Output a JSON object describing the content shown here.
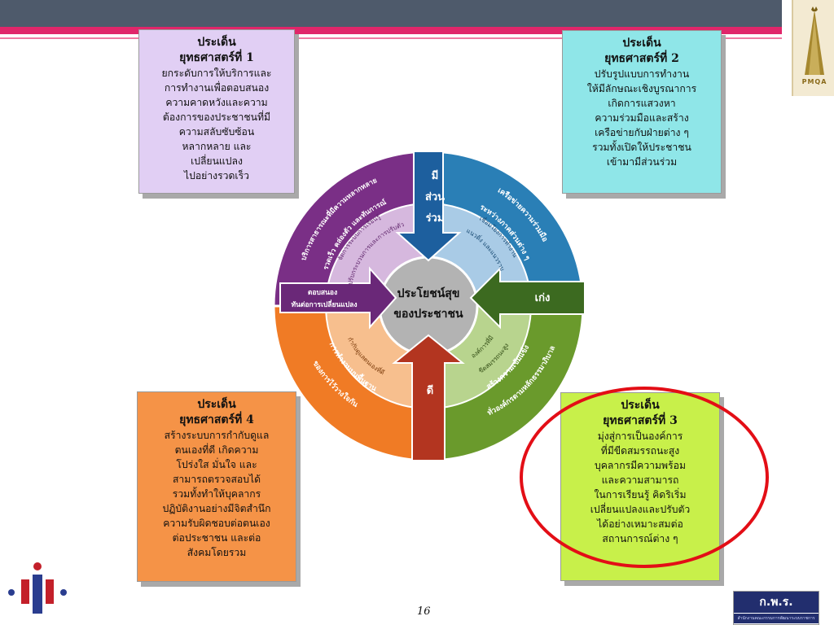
{
  "header": {
    "logo_text": "PMQA"
  },
  "boxes": {
    "s1": {
      "title1": "ประเด็น",
      "title2": "ยุทธศาสตร์ที่ 1",
      "lines": [
        "ยกระดับการให้บริการและ",
        "การทำงานเพื่อตอบสนอง",
        "ความคาดหวังและความ",
        "ต้องการของประชาชนที่มี",
        "ความสลับซับซ้อน",
        "หลากหลาย และ",
        "เปลี่ยนแปลง",
        "ไปอย่างรวดเร็ว"
      ]
    },
    "s2": {
      "title1": "ประเด็น",
      "title2": "ยุทธศาสตร์ที่ 2",
      "lines": [
        "ปรับรูปแบบการทำงาน",
        "ให้มีลักษณะเชิงบูรณาการ",
        "เกิดการแสวงหา",
        "ความร่วมมือและสร้าง",
        "เครือข่ายกับฝ่ายต่าง ๆ",
        "รวมทั้งเปิดให้ประชาชน",
        "เข้ามามีส่วนร่วม"
      ]
    },
    "s3": {
      "title1": "ประเด็น",
      "title2": "ยุทธศาสตร์ที่ 3",
      "lines": [
        "มุ่งสู่การเป็นองค์การ",
        "ที่มีขีดสมรรถนะสูง",
        "บุคลากรมีความพร้อม",
        "และความสามารถ",
        "ในการเรียนรู้ คิดริเริ่ม",
        "เปลี่ยนแปลงและปรับตัว",
        "ได้อย่างเหมาะสมต่อ",
        "สถานการณ์ต่าง ๆ"
      ]
    },
    "s4": {
      "title1": "ประเด็น",
      "title2": "ยุทธศาสตร์ที่ 4",
      "lines": [
        "สร้างระบบการกำกับดูแล",
        "ตนเองที่ดี เกิดความ",
        "โปร่งใส มั่นใจ และ",
        "สามารถตรวจสอบได้",
        "รวมทั้งทำให้บุคลากร",
        "ปฏิบัติงานอย่างมีจิตสำนึก",
        "ความรับผิดชอบต่อตนเอง",
        "ต่อประชาชน และต่อ",
        "สังคมโดยรวม"
      ]
    }
  },
  "diagram": {
    "center_line1": "ประโยชน์สุข",
    "center_line2": "ของประชาชน",
    "arrow_top": [
      "มี",
      "ส่วน",
      "ร่วม"
    ],
    "arrow_right": "เก่ง",
    "arrow_bottom": "ดี",
    "arrow_left": [
      "ตอบสนอง",
      "ทันต่อการเปลี่ยนแปลง"
    ],
    "outer_tl": [
      "บริการสาธารณะที่มีความหลากหลาย",
      "รวดเร็ว คล่องตัว และทันการณ์"
    ],
    "inner_tl": [
      "จัดการระบบการเรียนรู้",
      "ปรับกระบวนการและการปรับตัว"
    ],
    "outer_tr": [
      "เครือข่ายความร่วมมือ",
      "ระหว่างภาคส่วนต่าง ๆ"
    ],
    "inner_tr": [
      "เชื่อมโยงการทำงาน",
      "แนวดิ่ง และแนวราบ"
    ],
    "outer_br": [
      "สร้างความเข้มแข็ง",
      "ทั่วองค์กรตามหลักธรรมาภิบาล"
    ],
    "inner_br": [
      "องค์การที่มี",
      "ขีดสมรรถนะสูง"
    ],
    "outer_bl": [
      "การทำงานบนพื้นฐาน",
      "ของการไว้วางใจกัน"
    ],
    "inner_bl": [
      "กำกับดูแลตนเองที่ดี"
    ],
    "colors": {
      "purple": "#7a2f86",
      "blue": "#2a7fb6",
      "green": "#6a9a2c",
      "orange": "#f07b25",
      "arrow_top": "#1d5f9e",
      "arrow_right": "#3c6a20",
      "arrow_bottom": "#b33520",
      "arrow_left": "#6a2878",
      "center": "#b3b3b3"
    }
  },
  "footer": {
    "page_number": "16",
    "org_abbrev": "ก.พ.ร.",
    "org_name": "สำนักงานคณะกรรมการพัฒนาระบบราชการ"
  }
}
